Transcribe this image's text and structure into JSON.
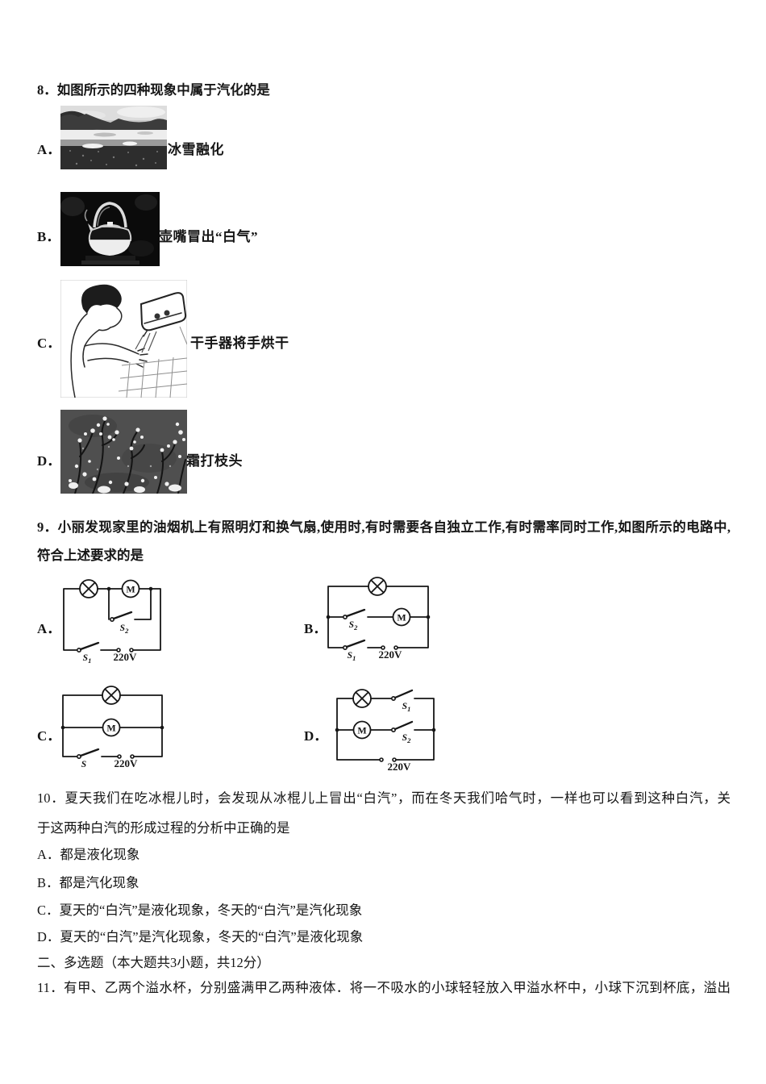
{
  "colors": {
    "paper": "#ffffff",
    "ink": "#161616"
  },
  "q8": {
    "title": "8．如图所示的四种现象中属于汽化的是",
    "options": [
      {
        "label": "A．",
        "caption": "冰雪融化",
        "image": "melting-snow"
      },
      {
        "label": "B．",
        "caption": "壶嘴冒出“白气”",
        "image": "kettle-steam"
      },
      {
        "label": "C．",
        "caption": "干手器将手烘干",
        "image": "hand-dryer"
      },
      {
        "label": "D．",
        "caption": "霜打枝头",
        "image": "frost-on-branches"
      }
    ]
  },
  "q9": {
    "line1": "9．小丽发现家里的油烟机上有照明灯和换气扇,使用时,有时需要各自独立工作,有时需率同时工作,如图所示的电路中,",
    "line2": "符合上述要求的是",
    "voltage_label": "220V",
    "motor_letter": "M",
    "circuits": {
      "a": {
        "label": "A．",
        "sw_main": {
          "base": "S",
          "sub": "1"
        },
        "sw_branch": {
          "base": "S",
          "sub": "2"
        }
      },
      "b": {
        "label": "B．",
        "sw_main": {
          "base": "S",
          "sub": "1"
        },
        "sw_branch": {
          "base": "S",
          "sub": "2"
        }
      },
      "c": {
        "label": "C．",
        "sw_main": {
          "base": "S",
          "sub": ""
        }
      },
      "d": {
        "label": "D．",
        "sw_top": {
          "base": "S",
          "sub": "1"
        },
        "sw_mid": {
          "base": "S",
          "sub": "2"
        }
      }
    }
  },
  "q10": {
    "line1": "10．夏天我们在吃冰棍儿时，会发现从冰棍儿上冒出“白汽”，而在冬天我们哈气时，一样也可以看到这种白汽，关",
    "line2": "于这两种白汽的形成过程的分析中正确的是",
    "options": [
      "A．都是液化现象",
      "B．都是汽化现象",
      "C．夏天的“白汽”是液化现象，冬天的“白汽”是汽化现象",
      "D．夏天的“白汽”是汽化现象，冬天的“白汽”是液化现象"
    ]
  },
  "section2": {
    "title": "二、多选题（本大题共3小题，共12分）"
  },
  "q11": {
    "line1": "11．有甲、乙两个溢水杯，分别盛满甲乙两种液体．将一不吸水的小球轻轻放入甲溢水杯中，小球下沉到杯底，溢出"
  }
}
